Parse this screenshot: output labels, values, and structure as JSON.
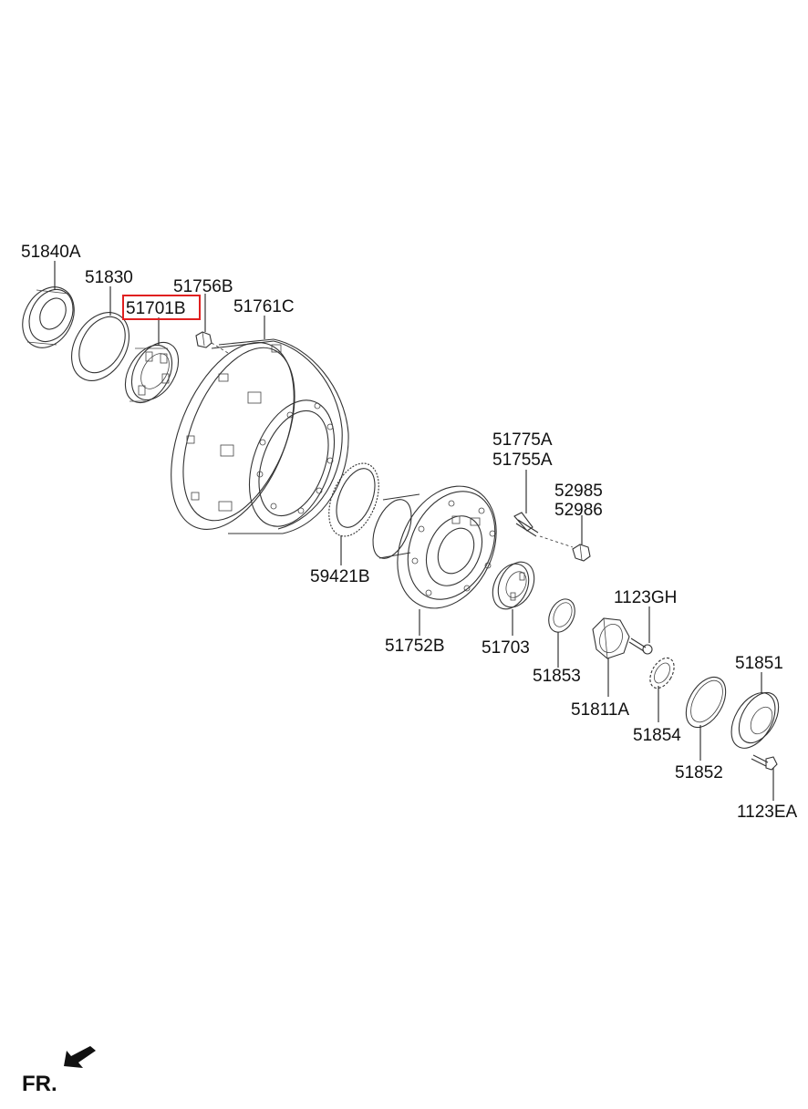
{
  "diagram": {
    "highlighted_part": "51701B",
    "highlight_color": "#e02020",
    "orientation_label": "FR.",
    "parts": [
      {
        "key": "p51840A",
        "label": "51840A"
      },
      {
        "key": "p51830",
        "label": "51830"
      },
      {
        "key": "p51756B",
        "label": "51756B"
      },
      {
        "key": "p51701B",
        "label": "51701B"
      },
      {
        "key": "p51761C",
        "label": "51761C"
      },
      {
        "key": "p51775A",
        "label": "51775A"
      },
      {
        "key": "p51755A",
        "label": "51755A"
      },
      {
        "key": "p52985",
        "label": "52985"
      },
      {
        "key": "p52986",
        "label": "52986"
      },
      {
        "key": "p59421B",
        "label": "59421B"
      },
      {
        "key": "p1123GH",
        "label": "1123GH"
      },
      {
        "key": "p51752B",
        "label": "51752B"
      },
      {
        "key": "p51703",
        "label": "51703"
      },
      {
        "key": "p51853",
        "label": "51853"
      },
      {
        "key": "p51851",
        "label": "51851"
      },
      {
        "key": "p51811A",
        "label": "51811A"
      },
      {
        "key": "p51854",
        "label": "51854"
      },
      {
        "key": "p51852",
        "label": "51852"
      },
      {
        "key": "p1123EA",
        "label": "1123EA"
      }
    ]
  }
}
